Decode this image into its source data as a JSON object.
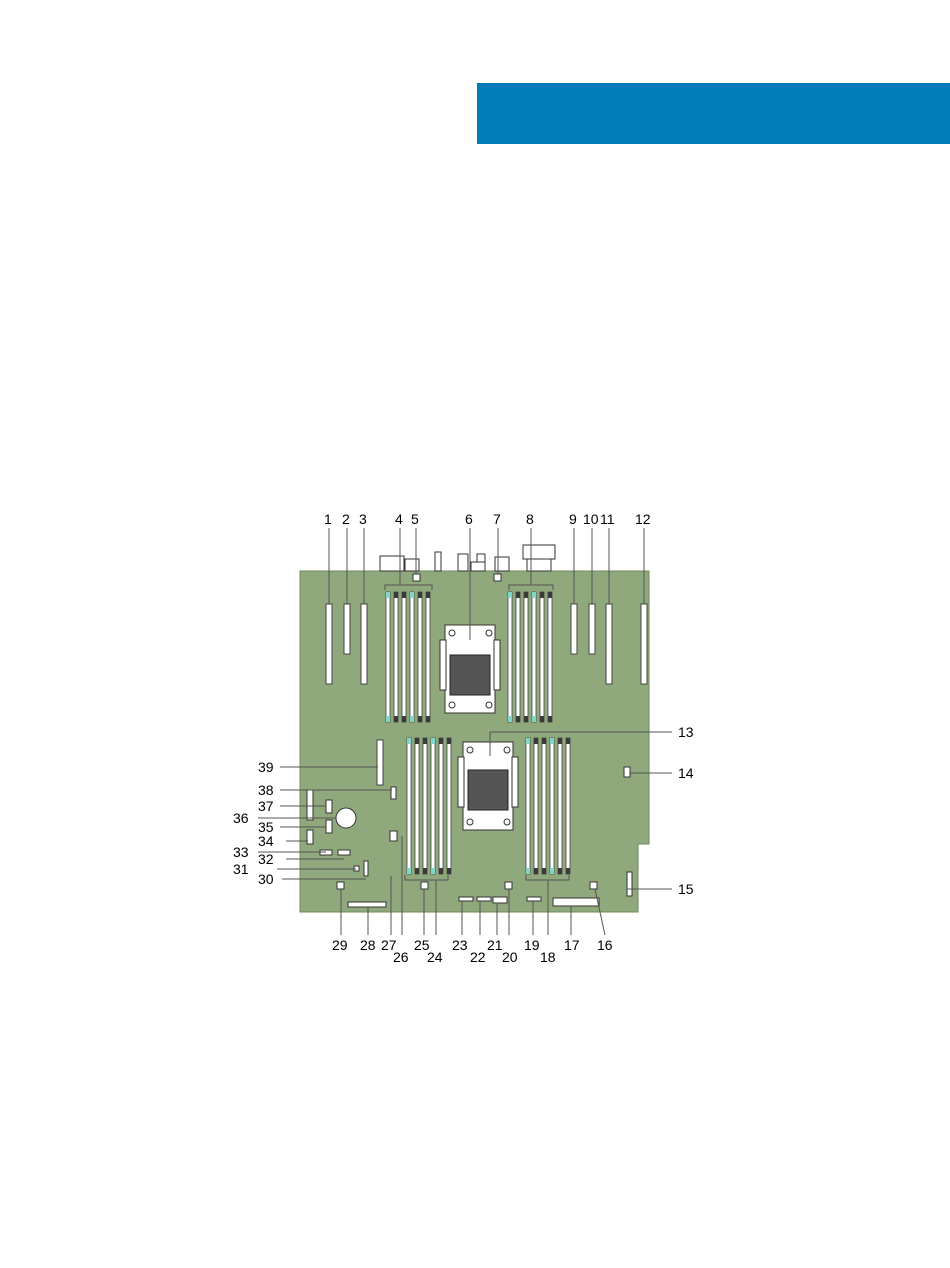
{
  "page": {
    "header_band_color": "#007DB8",
    "board_color": "#8FA87C",
    "slot_color": "#FFFFFF",
    "dimm_accent_color": "#7FD6C9",
    "dimm_dark_color": "#3A3A3A"
  },
  "diagram": {
    "callouts": [
      "1",
      "2",
      "3",
      "4",
      "5",
      "6",
      "7",
      "8",
      "9",
      "10",
      "11",
      "12",
      "13",
      "14",
      "15",
      "16",
      "17",
      "18",
      "19",
      "20",
      "21",
      "22",
      "23",
      "24",
      "25",
      "26",
      "27",
      "28",
      "29",
      "30",
      "31",
      "32",
      "33",
      "34",
      "35",
      "36",
      "37",
      "38",
      "39"
    ]
  }
}
